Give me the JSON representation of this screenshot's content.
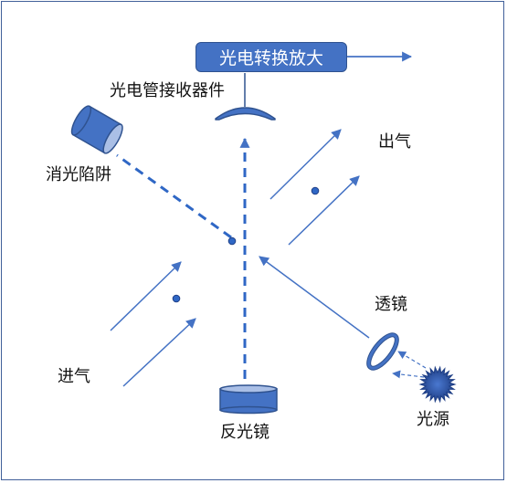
{
  "labels": {
    "amplifier": "光电转换放大",
    "receiver": "光电管接收器件",
    "trap": "消光陷阱",
    "outlet": "出气",
    "inlet": "进气",
    "lens": "透镜",
    "reflector": "反光镜",
    "light_source": "光源"
  },
  "colors": {
    "primary": "#4472c4",
    "dark": "#2f528f",
    "outline": "#41609a"
  }
}
